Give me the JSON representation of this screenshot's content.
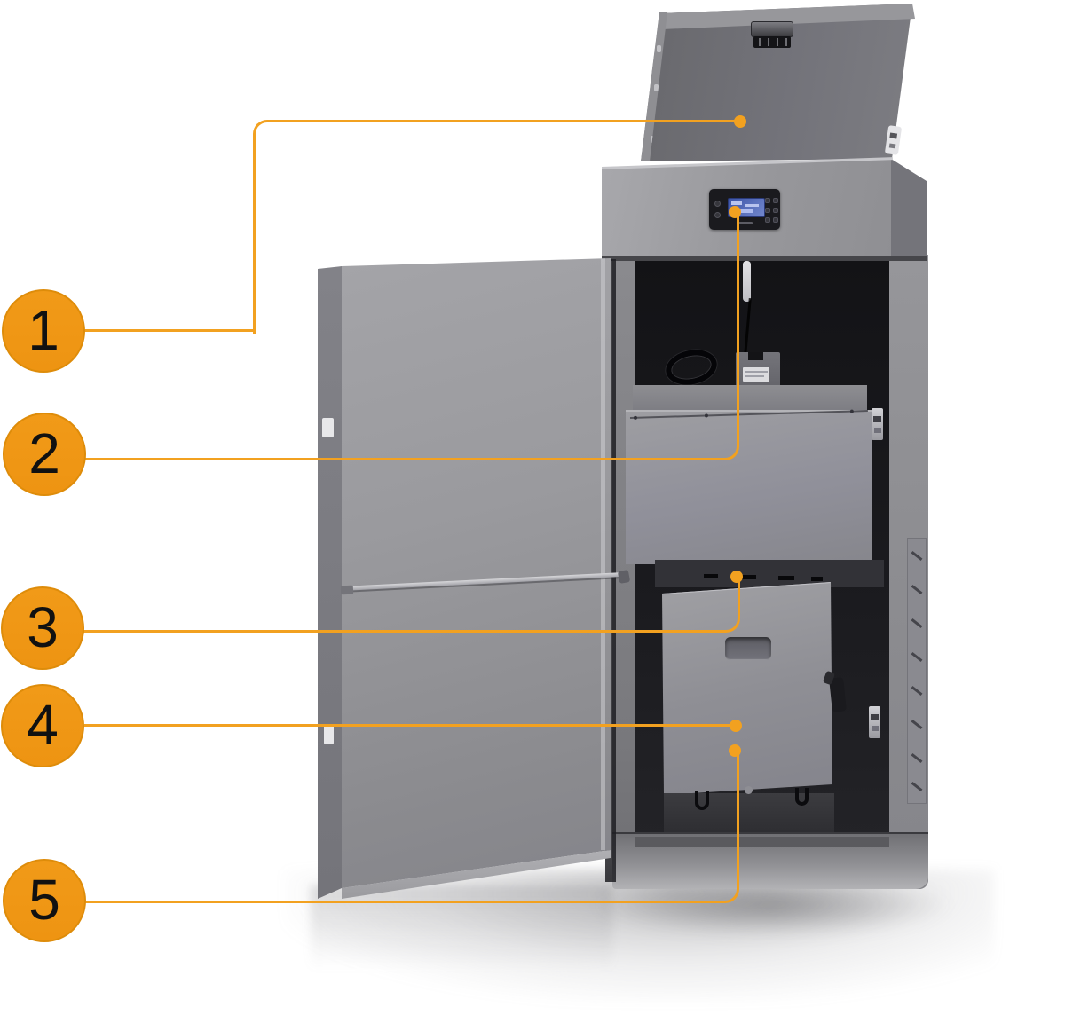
{
  "figure": {
    "type": "annotated-appliance-diagram",
    "subject": "pellet-boiler-open-doors",
    "colors": {
      "accent": "#F19A18",
      "accent-border": "#DE8C0A",
      "line": "#F2A120",
      "digit": "#111111",
      "screen-blue": "#4A5FAE"
    }
  },
  "callouts": [
    {
      "label": "1"
    },
    {
      "label": "2"
    },
    {
      "label": "3"
    },
    {
      "label": "4"
    },
    {
      "label": "5"
    }
  ]
}
